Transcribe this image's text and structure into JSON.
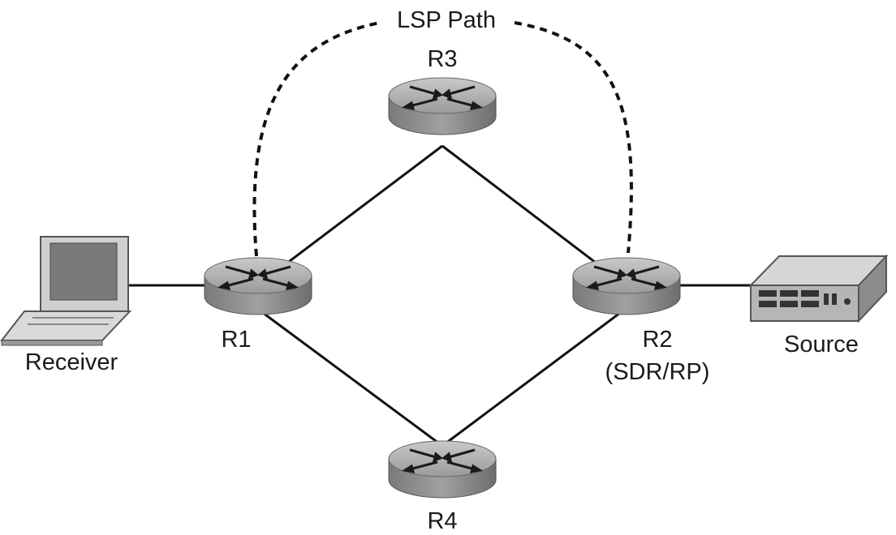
{
  "diagram": {
    "path_label": "LSP Path",
    "routers": {
      "r1": "R1",
      "r2": "R2",
      "r2_role": "(SDR/RP)",
      "r3": "R3",
      "r4": "R4"
    },
    "receiver_label": "Receiver",
    "source_label": "Source"
  },
  "icons": {
    "router": "router-icon",
    "receiver": "laptop-icon",
    "source": "server-appliance-icon"
  },
  "colors": {
    "link": "#111111",
    "router_top": "#a9a9a9",
    "router_side": "#8a8a8a"
  }
}
